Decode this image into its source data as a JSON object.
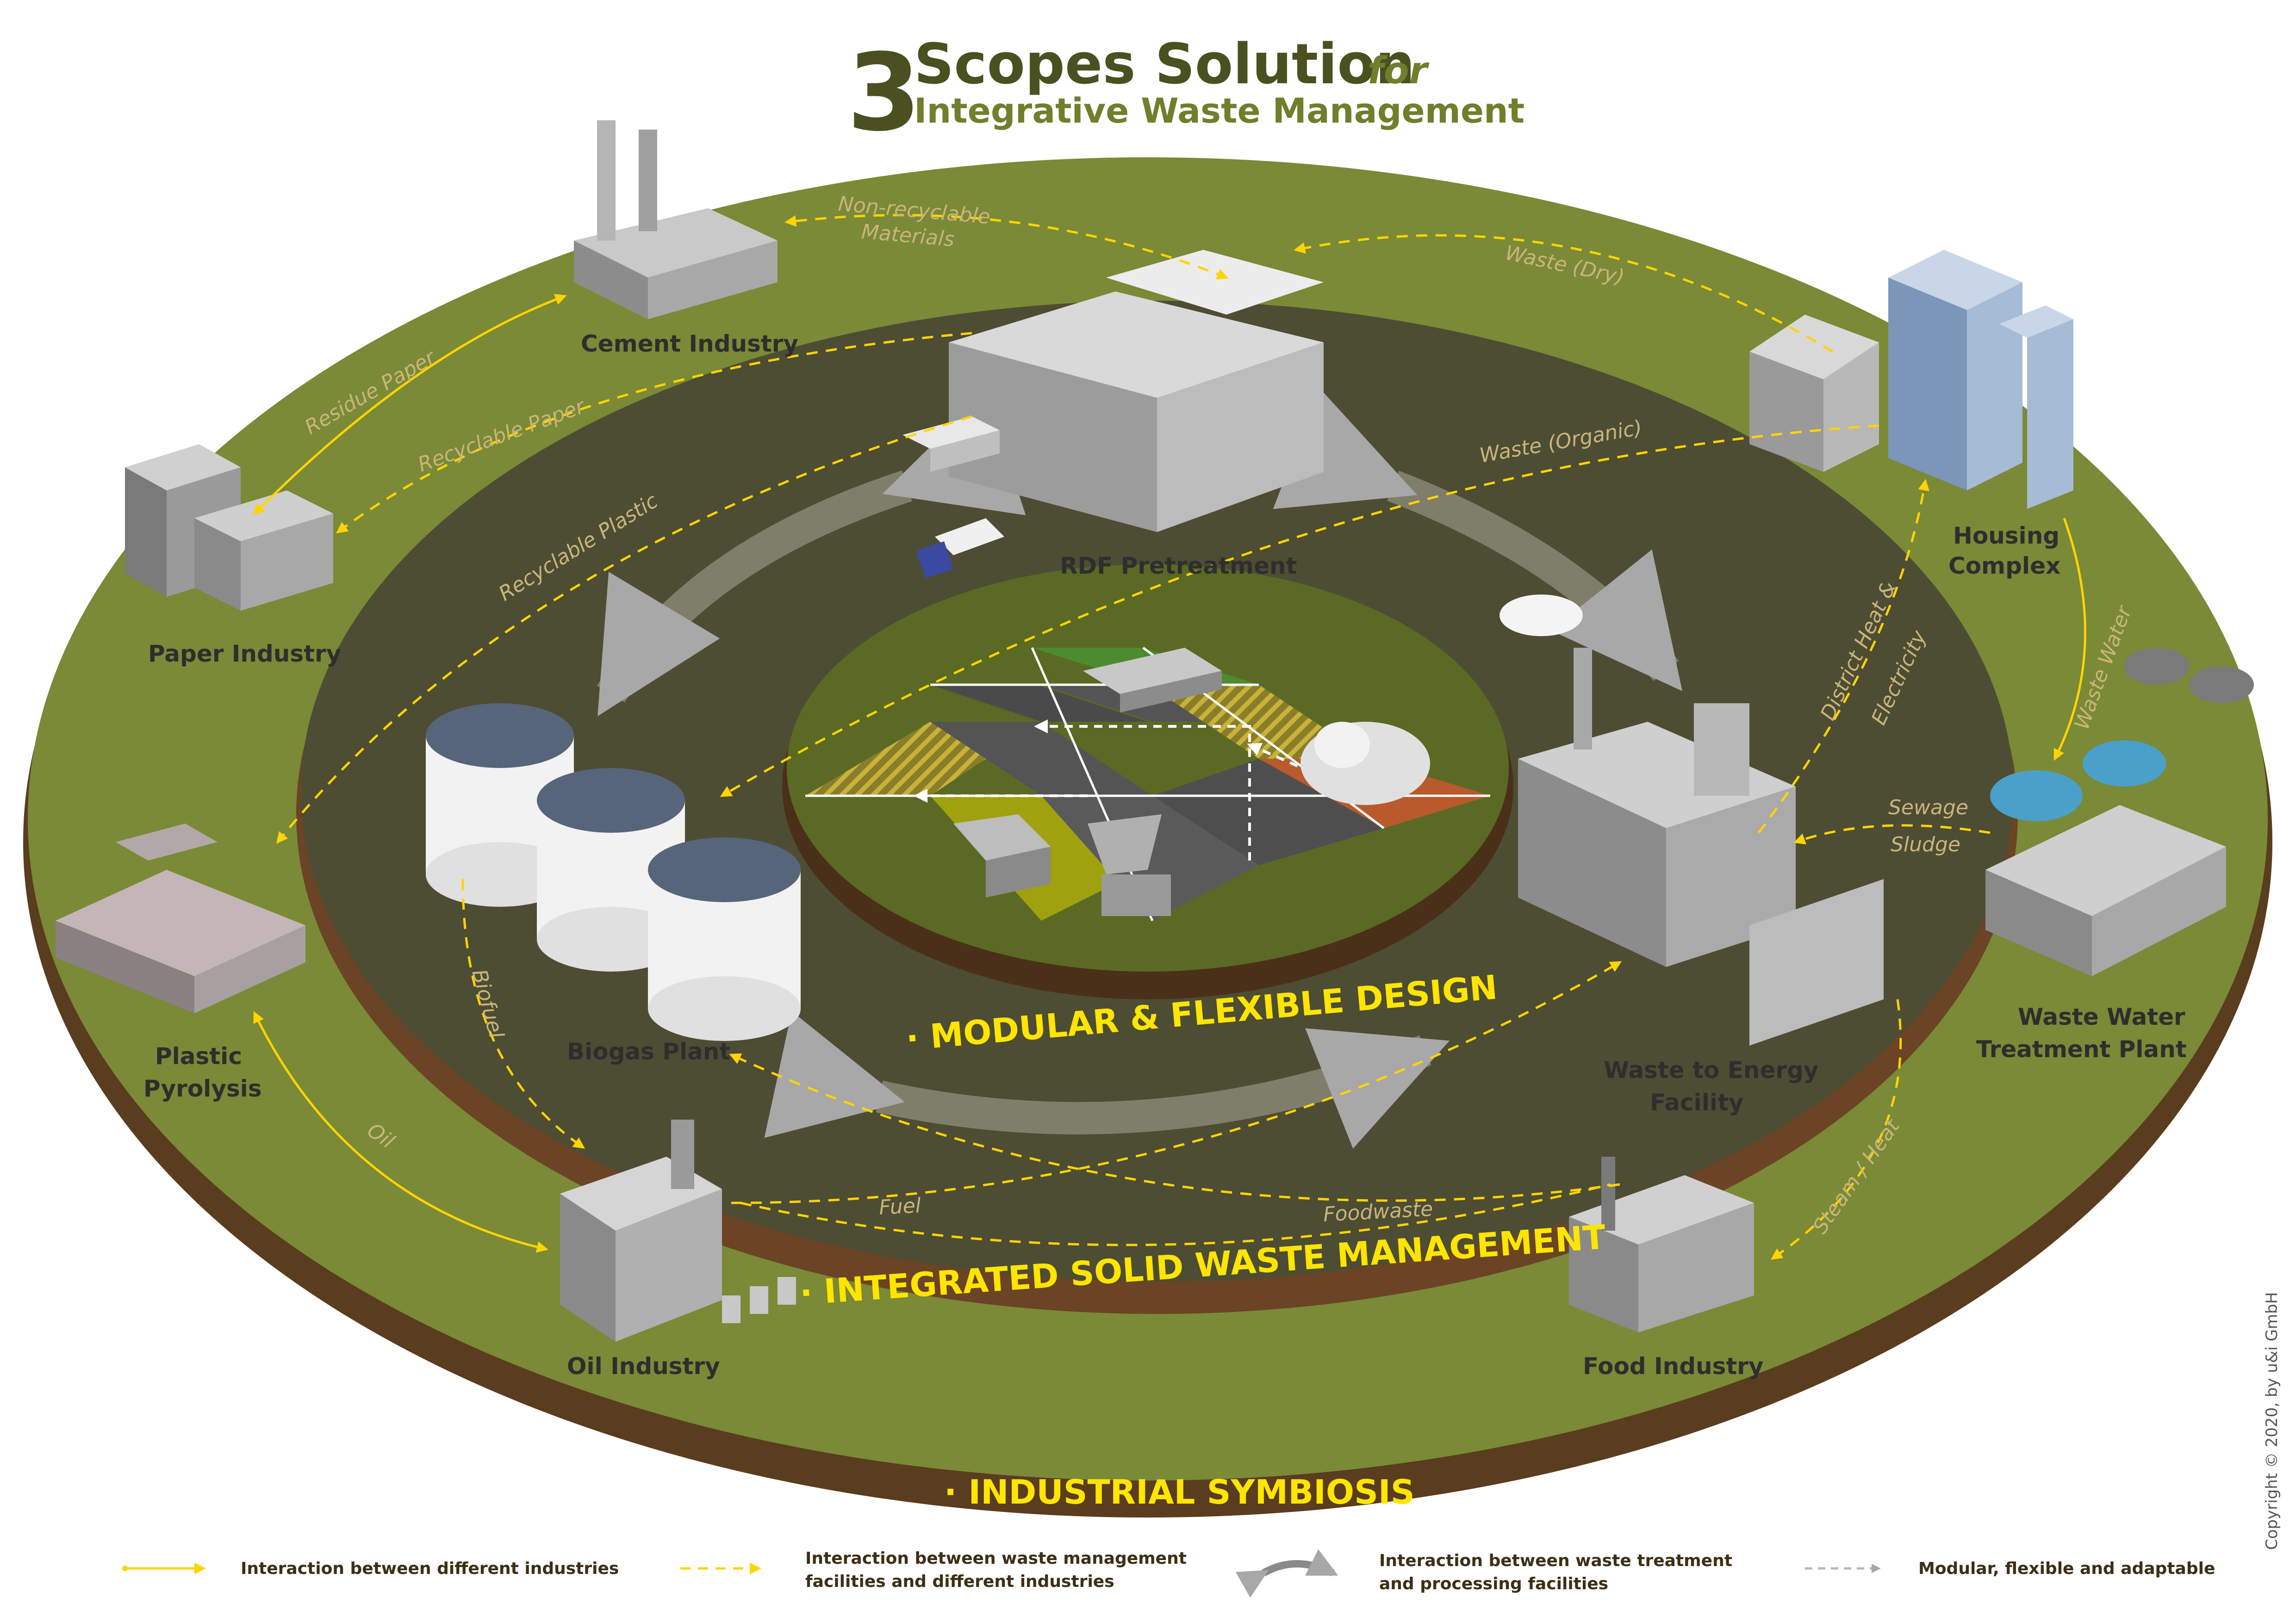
{
  "header": {
    "number": "3",
    "title": "Scopes Solution",
    "title_suffix": "for",
    "subtitle": "Integrative Waste Management"
  },
  "rings": {
    "inner": "· MODULAR & FLEXIBLE DESIGN",
    "middle": "· INTEGRATED SOLID WASTE MANAGEMENT",
    "outer": "· INDUSTRIAL SYMBIOSIS"
  },
  "facilities": {
    "cement": "Cement Industry",
    "paper": "Paper Industry",
    "plastic_1": "Plastic",
    "plastic_2": "Pyrolysis",
    "oil": "Oil Industry",
    "food": "Food Industry",
    "housing_1": "Housing",
    "housing_2": "Complex",
    "wwtp_1": "Waste Water",
    "wwtp_2": "Treatment Plant",
    "rdf": "RDF Pretreatment",
    "biogas": "Biogas Plant",
    "wte_1": "Waste to Energy",
    "wte_2": "Facility"
  },
  "flows": {
    "non_recyclable_1": "Non-recyclable",
    "non_recyclable_2": "Materials",
    "waste_dry": "Waste (Dry)",
    "residue_paper": "Residue Paper",
    "recyclable_paper": "Recyclable Paper",
    "recyclable_plastic": "Recyclable Plastic",
    "waste_organic": "Waste (Organic)",
    "district_heat_1": "District Heat &",
    "district_heat_2": "Electricity",
    "waste_water": "Waste Water",
    "sewage_1": "Sewage",
    "sewage_2": "Sludge",
    "biofuel": "Biofuel",
    "oil": "Oil",
    "fuel": "Fuel",
    "foodwaste": "Foodwaste",
    "steam_heat": "Steam / Heat"
  },
  "legend": {
    "solid": "Interaction between different industries",
    "dashed_1": "Interaction between waste management",
    "dashed_2": "facilities and different industries",
    "grey_1": "Interaction between waste treatment",
    "grey_2": "and processing facilities",
    "dotted": "Modular, flexible and adaptable"
  },
  "copyright": "Copyright © 2020, by u&i GmbH",
  "colors": {
    "title_dark": "#4a5020",
    "title_green": "#6f7f2c",
    "outer_ring": "#7a8a36",
    "middle_ring": "#4d4d34",
    "inner_disc": "#5a6a24",
    "soil": "#5a3c1e",
    "flow_arrow": "#ffd400",
    "flow_text": "#c9b57a",
    "ring_label": "#ffe500"
  }
}
